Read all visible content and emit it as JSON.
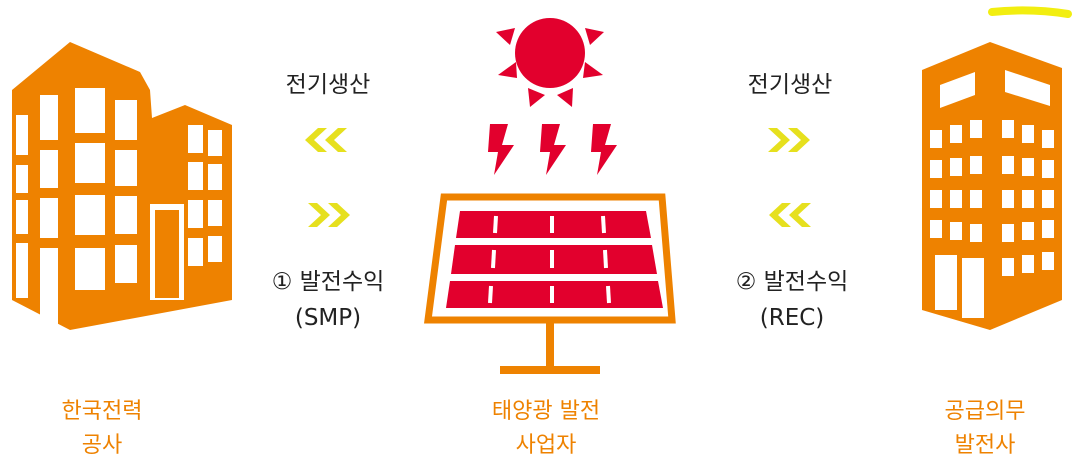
{
  "colors": {
    "orange": "#ee8200",
    "red": "#e2002d",
    "yellow": "#e6e01e",
    "text": "#222222"
  },
  "left_flow": {
    "top_label": "전기생산",
    "bottom_label_line1": "① 발전수익",
    "bottom_label_line2": "(SMP)"
  },
  "right_flow": {
    "top_label": "전기생산",
    "bottom_label_line1": "② 발전수익",
    "bottom_label_line2": "(REC)"
  },
  "entities": [
    {
      "line1": "한국전력",
      "line2": "공사",
      "icon": "building-icon"
    },
    {
      "line1": "태양광 발전",
      "line2": "사업자",
      "icon": "solar-panel-icon"
    },
    {
      "line1": "공급의무",
      "line2": "발전사",
      "icon": "building-icon"
    }
  ]
}
